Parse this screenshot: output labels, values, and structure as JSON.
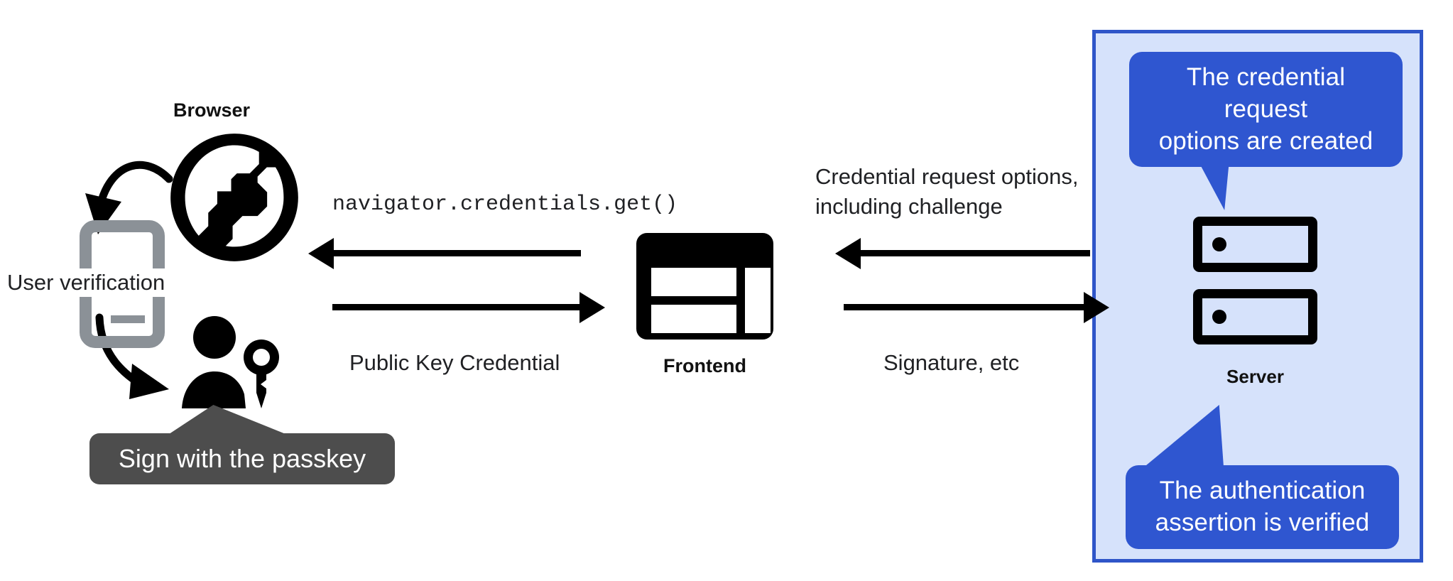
{
  "diagram": {
    "title": "WebAuthn passkey authentication flow",
    "colors": {
      "panel_fill": "#d6e2fb",
      "panel_border": "#2f55c8",
      "callout_blue": "#2f56d0",
      "tooltip_gray": "#4d4d4d",
      "phone_gray": "#8b9197",
      "ink": "#000000"
    },
    "nodes": {
      "browser": {
        "label": "Browser",
        "icon": "globe-icon"
      },
      "phone": {
        "icon": "smartphone-icon"
      },
      "user": {
        "icon": "person-with-key-icon"
      },
      "frontend": {
        "label": "Frontend",
        "icon": "web-layout-icon"
      },
      "server": {
        "label": "Server",
        "icon": "server-rack-icon"
      }
    },
    "labels": {
      "user_verification": "User verification",
      "navigator_call": "navigator.credentials.get()",
      "public_key_credential": "Public Key Credential",
      "credential_request_options": "Credential request options,",
      "credential_request_options_line2": "including challenge",
      "signature_etc": "Signature, etc"
    },
    "callouts": [
      {
        "id": "credential-request-options-callout",
        "line1": "The credential request",
        "line2": "options are created",
        "style": "blue",
        "points_to": "server"
      },
      {
        "id": "authentication-assertion-callout",
        "line1": "The authentication",
        "line2": "assertion is verified",
        "style": "blue",
        "points_to": "server"
      },
      {
        "id": "sign-with-passkey-tooltip",
        "line1": "Sign with the passkey",
        "style": "dark",
        "points_to": "user"
      }
    ],
    "arrows": [
      {
        "id": "frontend-to-browser",
        "direction": "left",
        "caption": "navigator.credentials.get()"
      },
      {
        "id": "browser-to-frontend",
        "direction": "right",
        "caption": "Public Key Credential"
      },
      {
        "id": "server-to-frontend",
        "direction": "left",
        "caption": "Credential request options, including challenge"
      },
      {
        "id": "frontend-to-server",
        "direction": "right",
        "caption": "Signature, etc"
      },
      {
        "id": "browser-to-phone",
        "direction": "curve-down-left",
        "caption": "User verification"
      },
      {
        "id": "phone-to-user",
        "direction": "curve-down-right",
        "caption": ""
      }
    ]
  }
}
